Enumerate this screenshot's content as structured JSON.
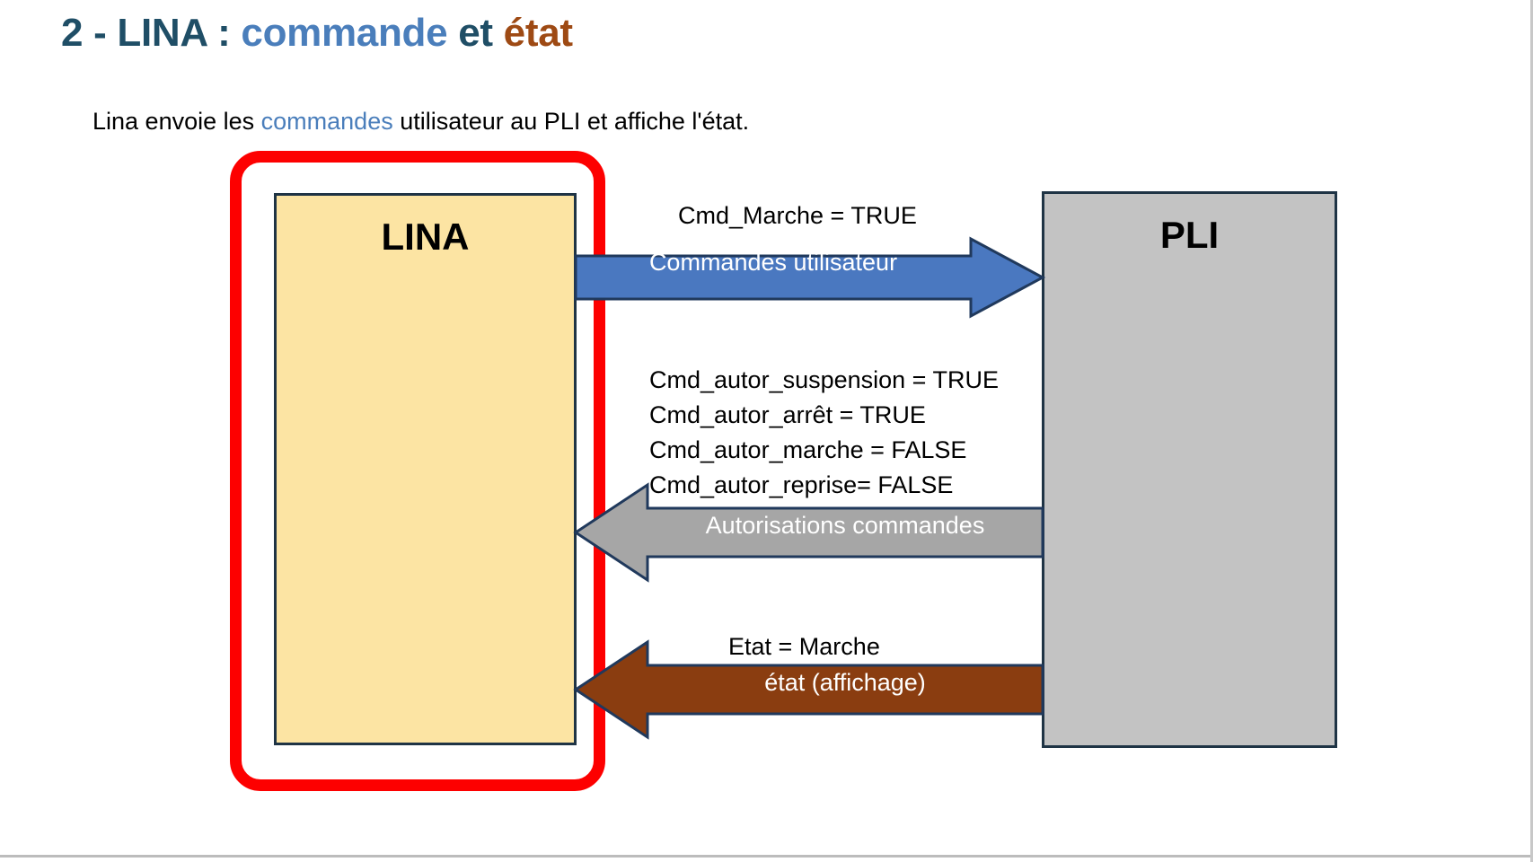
{
  "slide": {
    "title_parts": [
      {
        "text": "2 - LINA : ",
        "color": "#1f4e66"
      },
      {
        "text": "commande",
        "color": "#4a7ebb"
      },
      {
        "text": " et ",
        "color": "#1f4e66"
      },
      {
        "text": "état",
        "color": "#9e4a14"
      }
    ],
    "title_plain": "2 - LINA : commande et état",
    "subtitle_parts": [
      {
        "text": "Lina envoie les ",
        "color": "#000000"
      },
      {
        "text": "commandes",
        "color": "#4a7ebb"
      },
      {
        "text": " utilisateur au PLI et affiche l'état.",
        "color": "#000000"
      }
    ],
    "subtitle_plain": "Lina envoie les commandes utilisateur au PLI et affiche l'état."
  },
  "blocks": {
    "lina": {
      "label": "LINA",
      "fill": "#fce4a3",
      "stroke": "#1f3445"
    },
    "pli": {
      "label": "PLI",
      "fill": "#c3c3c3",
      "stroke": "#1f3445"
    }
  },
  "highlight": {
    "name": "red-highlight-rectangle",
    "color": "#fd0000"
  },
  "flows": [
    {
      "id": "commandes",
      "direction": "right",
      "caption": "Commandes utilisateur",
      "caption_color": "#ffffff",
      "fill": "#4a78c0",
      "stroke": "#20395c",
      "notes": [
        "Cmd_Marche = TRUE"
      ]
    },
    {
      "id": "autorisations",
      "direction": "left",
      "caption": "Autorisations commandes",
      "caption_color": "#ffffff",
      "fill": "#a6a6a6",
      "stroke": "#20395c",
      "notes": [
        "Cmd_autor_suspension = TRUE",
        "Cmd_autor_arrêt = TRUE",
        "Cmd_autor_marche = FALSE",
        "Cmd_autor_reprise= FALSE"
      ]
    },
    {
      "id": "etat",
      "direction": "left",
      "caption": "état (affichage)",
      "caption_color": "#ffffff",
      "fill": "#8a3d10",
      "stroke": "#20395c",
      "notes": [
        "Etat = Marche"
      ]
    }
  ]
}
